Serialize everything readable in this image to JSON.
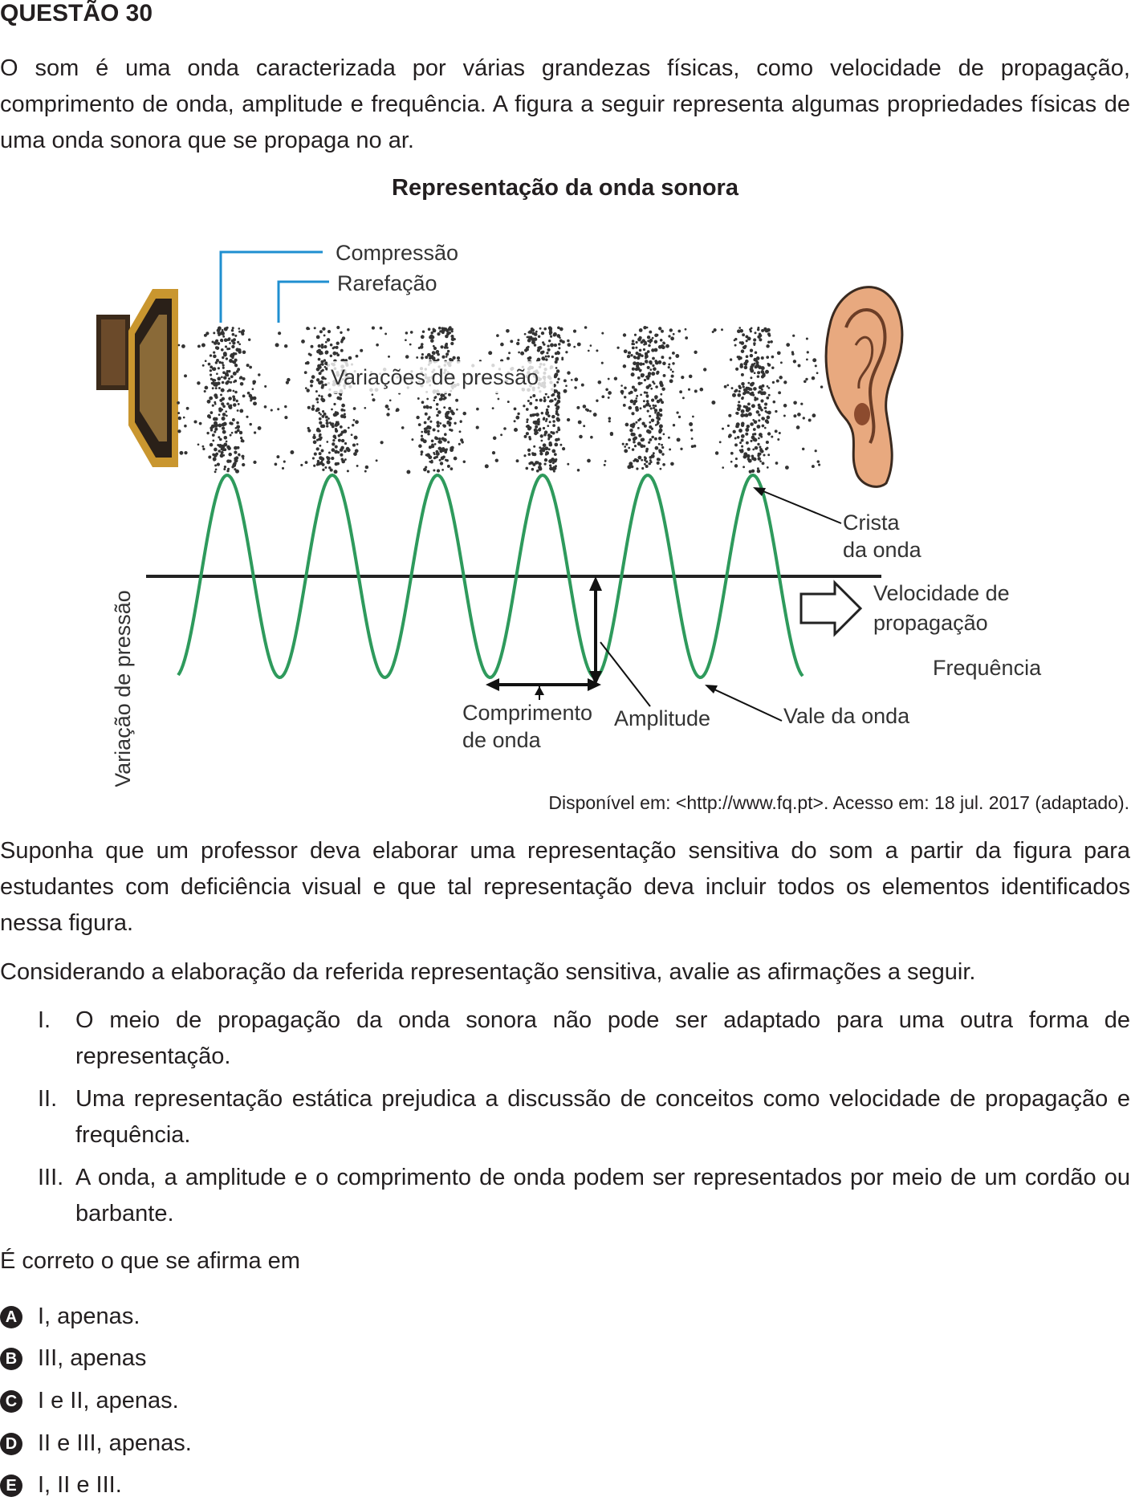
{
  "question": {
    "title": "QUESTÃO 30",
    "intro": "O som é uma onda caracterizada por várias grandezas físicas, como velocidade de propagação, comprimento de onda, amplitude e frequência. A figura a seguir representa algumas propriedades físicas de uma onda sonora que se propaga no ar.",
    "figure": {
      "title": "Representação da onda sonora",
      "labels": {
        "compression": "Compressão",
        "rarefaction": "Rarefação",
        "pressure_variations": "Variações de pressão",
        "y_axis": "Variação de pressão",
        "crest_line1": "Crista",
        "crest_line2": "da onda",
        "velocity_line1": "Velocidade de",
        "velocity_line2": "propagação",
        "frequency": "Frequência",
        "wavelength_line1": "Comprimento",
        "wavelength_line2": "de onda",
        "amplitude": "Amplitude",
        "trough": "Vale da onda"
      },
      "colors": {
        "wave": "#2e9a5c",
        "callout": "#1f8fd0",
        "dots": "#333333",
        "ear": "#e3a079",
        "speaker": "#8a6a38"
      }
    },
    "source": "Disponível em: <http://www.fq.pt>. Acesso em: 18 jul. 2017 (adaptado).",
    "context": "Suponha que um professor deva elaborar uma representação sensitiva do som a partir da figura para estudantes com deficiência visual e que tal representação deva incluir todos os elementos identificados nessa figura.",
    "prompt": "Considerando a elaboração da referida representação sensitiva, avalie as afirmações a seguir.",
    "statements": [
      {
        "num": "I.",
        "text": "O meio de propagação da onda sonora não pode ser adaptado para uma outra forma de representação."
      },
      {
        "num": "II.",
        "text": "Uma representação estática prejudica a discussão de conceitos como velocidade de propagação e frequência."
      },
      {
        "num": "III.",
        "text": "A onda, a amplitude e o comprimento de onda podem ser representados por meio de um cordão ou barbante."
      }
    ],
    "question_stem": "É correto o que se afirma em",
    "options": [
      {
        "letter": "A",
        "text": "I, apenas."
      },
      {
        "letter": "B",
        "text": "III, apenas"
      },
      {
        "letter": "C",
        "text": "I e II, apenas."
      },
      {
        "letter": "D",
        "text": "II e III, apenas."
      },
      {
        "letter": "E",
        "text": "I, II e III."
      }
    ]
  }
}
